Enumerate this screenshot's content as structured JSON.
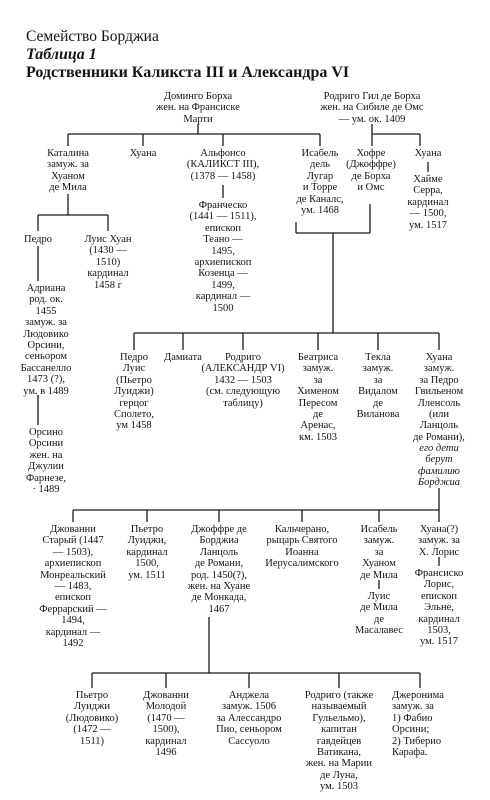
{
  "header": {
    "family": "Семейство Борджиа",
    "table_label": "Таблица 1",
    "title": "Родственники Каликста III и Александра VI"
  },
  "gen0": {
    "domingo": "Доминго Борха\nжен. на Франсиске\nМарти",
    "rodrigo_gil": "Родриго Гил де Борха\nжен. на Сибиле де Омс\n— ум. ок. 1409"
  },
  "gen1": {
    "catalina": "Каталина\nзамуж. за\nХуаном\nде Мила",
    "juana_1": "Хуана",
    "alfonso": "Альфонсо\n(КАЛИКСТ III),\n(1378 — 1458)",
    "isabel": "Исабель\nдель\nЛугар\nи Торре\nде Каналс,\nум. 1468",
    "jofre": "Хофре\n(Джоффре)\nде Борха\nи Омс",
    "juana_2": "Хуана"
  },
  "gen2_upper": {
    "pedro": "Педро",
    "luis_juan": "Луис Хуан\n(1430 —\n1510)\nкардинал\n1458 г",
    "francesco": "Франческо\n(1441 — 1511),\nепископ\nТеано —\n1495,\nархиепископ\nКозенца —\n1499,\nкардинал —\n1500",
    "jaime": "Хайме\nСерра,\nкардинал\n— 1500,\nум. 1517"
  },
  "pedro_line": {
    "adriana": "Адриана\nрод. ок.\n1455\nзамуж. за\nЛюдовико\nОрсини,\nсеньором\nБассанелло\n1473 (?),\nум. в 1489",
    "orsino": "Орсино\nОрсини\nжен. на\nДжулии\nФарнезе,\n· 1489"
  },
  "gen3": {
    "pedro_luis": "Педро\nЛуис\n(Пьетро\nЛуиджи)\nгерцог\nСполето,\nум 1458",
    "damiata": "Дамиата",
    "rodrigo": "Родриго\n(АЛЕКСАНДР VI)\n1432 — 1503\n(см. следующую\nтаблицу)",
    "beatrice": "Беатриса\nзамуж.\nза\nХименом\nПересом\nде\nАренас,\nкм. 1503",
    "tecla": "Текла\nзамуж.\nза\nВидалом\nде\nВиланова",
    "juana_3": "Хуана\nзамуж.\nза Педро\nГвильеном\nЛленсоль\n(или\nЛанцоль\nде Романи),",
    "juana_3_note": "его дети\nберут\nфамилию\nБорджиа"
  },
  "gen4": {
    "giovanni_st": "Джованни\nСтарый (1447\n— 1503),\nархиепископ\nМонреальский\n— 1483,\nепископ\nФеррарский —\n1494,\nкардинал —\n1492",
    "pietro_luigi": "Пьетро\nЛуиджи,\nкардинал\n1500,\nум. 1511",
    "goffredo": "Джоффре де\nБорджиа\nЛанцоль\nде Романи,\nрод. 1450(?),\nжен. на Хуане\nде Монкада,\n1467",
    "calcerano": "Кальчерано,\nрыцарь Святого\nИоанна\nИерусалимского",
    "isabel_2": "Исабель\nзамуж.\nза\nХуаном\nде Мила",
    "juana_4": "Хуана(?)\nзамуж. за\nХ. Лорис",
    "luis_mila": "Луис\nде Мила\nде\nМасалавес",
    "francesco_loris": "Франсиско\nЛорис,\nепископ\nЭльне,\nкардинал\n1503,\nум. 1517"
  },
  "gen5": {
    "pietro_l": "Пьетро\nЛуиджи\n(Людовико)\n(1472 —\n1511)",
    "giovanni_ml": "Джованни\nМолодой\n(1470 —\n1500),\nкардинал\n1496",
    "angela": "Анджела\nзамуж. 1506\nза Алессандро\nПио, сеньором\nСассуоло",
    "rodrigo_g": "Родриго (также\nназываемый\nГульельмо),\nкапитан\nгавдейцев\nВатикана,\nжен. на Марии\nде Луна,\nум. 1503",
    "geronima": "Джеронима\nзамуж. за\n1) Фабио\nОрсини;\n2) Тиберио\nКарафа."
  }
}
